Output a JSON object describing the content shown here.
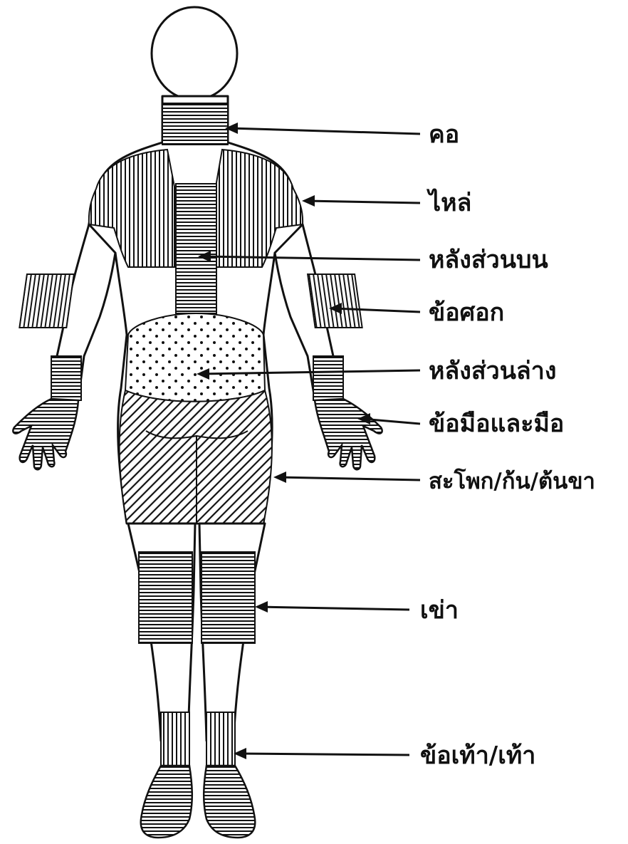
{
  "regions": [
    {
      "id": "neck",
      "label": "คอ"
    },
    {
      "id": "shoulder",
      "label": "ไหล่"
    },
    {
      "id": "upper-back",
      "label": "หลังส่วนบน"
    },
    {
      "id": "elbow",
      "label": "ข้อศอก"
    },
    {
      "id": "lower-back",
      "label": "หลังส่วนล่าง"
    },
    {
      "id": "wrist-hand",
      "label": "ข้อมือและมือ"
    },
    {
      "id": "hip-thigh",
      "label": "สะโพก/ก้น/ต้นขา"
    },
    {
      "id": "knee",
      "label": "เข่า"
    },
    {
      "id": "ankle-foot",
      "label": "ข้อเท้า/เท้า"
    }
  ]
}
